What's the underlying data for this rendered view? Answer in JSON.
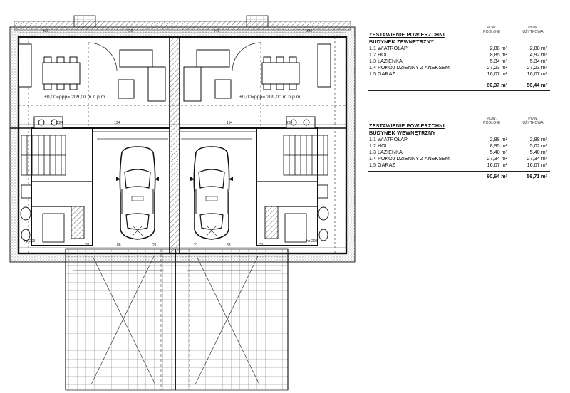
{
  "plan": {
    "level_left": "±0,00=ppp= 209,00 m n.p.m",
    "level_right": "±0,00=ppp= 209,00 m n.p.m",
    "dims": {
      "top_left": "330",
      "top_mid_left": "410",
      "top_mid_right": "410",
      "top_right": "330",
      "mid_left_1": "224",
      "mid_left_2": "134",
      "mid_right_1": "134",
      "mid_right_2": "224",
      "bot_left_1": "21",
      "bot_left_2": "88",
      "bot_left_3": "21",
      "bot_right_1": "21",
      "bot_right_2": "88",
      "bot_right_3": "21",
      "row_label_left": "hp 209",
      "row_label_right": "hp 209"
    }
  },
  "table_outer": {
    "title": "ZESTAWIENIE POWIERZCHNI",
    "col1": [
      "POW.",
      "PODŁOGI"
    ],
    "col2": [
      "POW.",
      "UŻYTKOWA"
    ],
    "subtitle": "BUDYNEK ZEWNĘTRZNY",
    "rows": [
      {
        "name": "1.1 WIATROŁAP",
        "floor": "2,88 m²",
        "usable": "2,88 m²"
      },
      {
        "name": "1.2 HOL",
        "floor": "8,85 m²",
        "usable": "4,92 m²"
      },
      {
        "name": "1.3 ŁAZIENKA",
        "floor": "5,34 m²",
        "usable": "5,34 m²"
      },
      {
        "name": "1.4 POKÓJ DZIENNY Z ANEKSEM",
        "floor": "27,23 m²",
        "usable": "27,23 m²"
      },
      {
        "name": "1.5 GARAŻ",
        "floor": "16,07 m²",
        "usable": "16,07 m²"
      }
    ],
    "total_floor": "60,37 m²",
    "total_usable": "56,44 m²"
  },
  "table_inner": {
    "title": "ZESTAWIENIE POWIERZCHNI",
    "col1": [
      "POW.",
      "PODŁOGI"
    ],
    "col2": [
      "POW.",
      "UŻYTKOWA"
    ],
    "subtitle": "BUDYNEK WEWNĘTRZNY",
    "rows": [
      {
        "name": "1.1 WIATROŁAP",
        "floor": "2,88 m²",
        "usable": "2,88 m²"
      },
      {
        "name": "1.2 HOL",
        "floor": "8,95 m²",
        "usable": "5,02 m²"
      },
      {
        "name": "1.3 ŁAZIENKA",
        "floor": "5,40 m²",
        "usable": "5,40 m²"
      },
      {
        "name": "1.4 POKÓJ DZIENNY Z ANEKSEM",
        "floor": "27,34 m²",
        "usable": "27,34 m²"
      },
      {
        "name": "1.5 GARAŻ",
        "floor": "16,07 m²",
        "usable": "16,07 m²"
      }
    ],
    "total_floor": "60,64 m²",
    "total_usable": "56,71 m²"
  }
}
